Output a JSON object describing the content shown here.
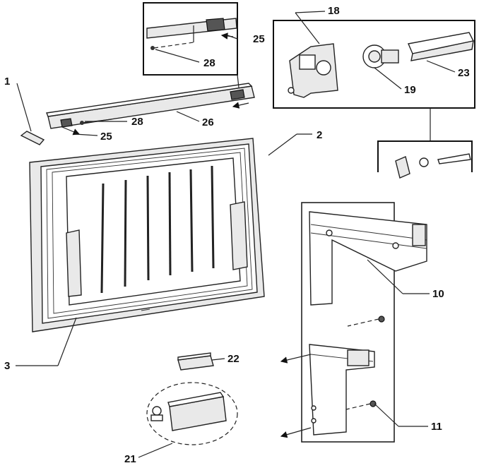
{
  "callouts": {
    "c1": "1",
    "c2": "2",
    "c3": "3",
    "c10": "10",
    "c11": "11",
    "c18": "18",
    "c19": "19",
    "c21": "21",
    "c22": "22",
    "c23": "23",
    "c25a": "25",
    "c25b": "25",
    "c26": "26",
    "c28a": "28",
    "c28b": "28"
  }
}
